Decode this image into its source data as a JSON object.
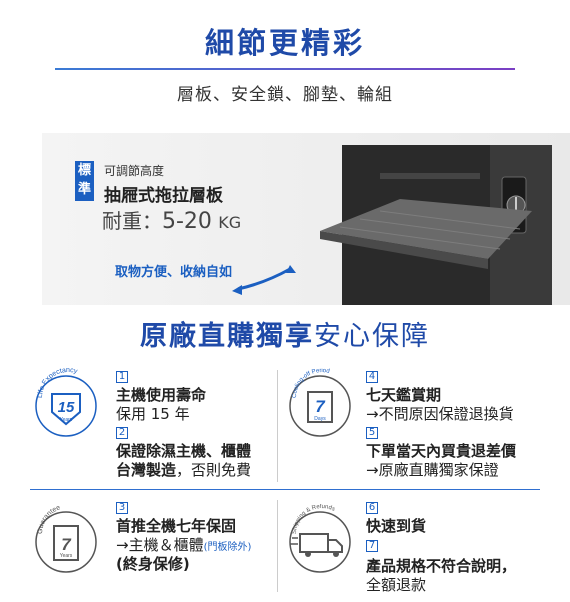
{
  "header": {
    "title": "細節更精彩",
    "subtitle": "層板、安全鎖、腳墊、輪組"
  },
  "banner": {
    "badge": "標準",
    "adjustable": "可調節高度",
    "shelf": "抽屜式拖拉層板",
    "load_label": "耐重：",
    "load_value": "5-20",
    "load_unit": "KG",
    "easy": "取物方便、收納自如"
  },
  "guarantee": {
    "bold": "原廠直購獨享",
    "normal": "安心保障"
  },
  "items": [
    {
      "num": "1",
      "title": "主機使用壽命",
      "line1": "保用 15 年",
      "line2": ""
    },
    {
      "num": "2",
      "title": "保證除濕主機、櫃體",
      "line1": "台灣製造",
      "line2": "，否則免費"
    },
    {
      "num": "3",
      "title": "首推全機七年保固",
      "line1": "→主機＆櫃體",
      "line1_small": "(門板除外)",
      "line2": "(終身保修)"
    },
    {
      "num": "4",
      "title": "七天鑑賞期",
      "line1": "→不問原因保證退換貨",
      "line2": ""
    },
    {
      "num": "5",
      "title": "下單當天內買貴退差價",
      "line1": "→原廠直購獨家保證",
      "line2": ""
    },
    {
      "num": "6",
      "title": "快速到貨",
      "line1": "",
      "line2": ""
    },
    {
      "num": "7",
      "title": "產品規格不符合說明，",
      "line1": "全額退款",
      "line2": ""
    }
  ],
  "icons": {
    "life": {
      "arc_text": "Life Expectancy",
      "number": "15",
      "unit": "Years"
    },
    "cooling": {
      "arc_text": "Cooling-off Period",
      "number": "7",
      "unit": "Days"
    },
    "guarantee": {
      "arc_text": "Guarantee",
      "number": "7",
      "unit": "Years"
    },
    "shipping": {
      "arc_text": "Shipping & Refunds"
    }
  },
  "colors": {
    "brand_blue": "#1f4aa8",
    "accent_blue": "#1b5fc1"
  }
}
